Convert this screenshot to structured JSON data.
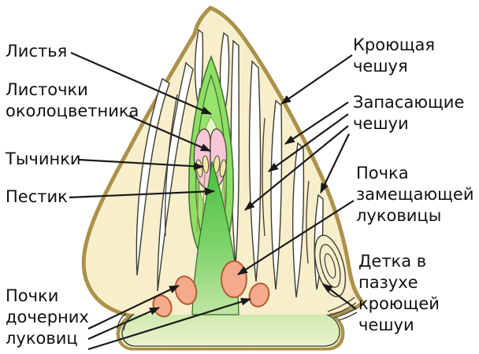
{
  "figure": {
    "kind": "onion-bulb-longitudinal-section-diagram",
    "language": "ru"
  },
  "labels": {
    "leaves": "Листья",
    "perianth": "Листочки\nоколоцветника",
    "stamens": "Тычинки",
    "pistil": "Пестик",
    "daughter_buds": "Почки\nдочерних\nлуковиц",
    "covering_scale": "Кроющая\nчешуя",
    "storage_scales": "Запасающие\nчешуи",
    "replacement_bud": "Почка\nзамещающей\nлуковицы",
    "bulblet": "Детка в\nпазухе\nкроющей\nчешуи"
  },
  "colors": {
    "background": "#ffffff",
    "text": "#111111",
    "outline_tan": "#ac9149",
    "scale_cream": "#f7eecb",
    "line_dark": "#3c3c32",
    "leaf_green": "#8ddf63",
    "leaf_green_inner": "#97e46d",
    "pale_band": "#e8f5c6",
    "petal_pink": "#f8c8d9",
    "stamen_yellow": "#f2e8a8",
    "pistil_green_top": "#46bd3c",
    "pistil_green_bottom": "#c3e7a6",
    "bud_salmon": "#f4ab8c",
    "bud_outline": "#b35c33",
    "basal_green": "#cde9ad",
    "arrow_black": "#1a1a1a"
  }
}
